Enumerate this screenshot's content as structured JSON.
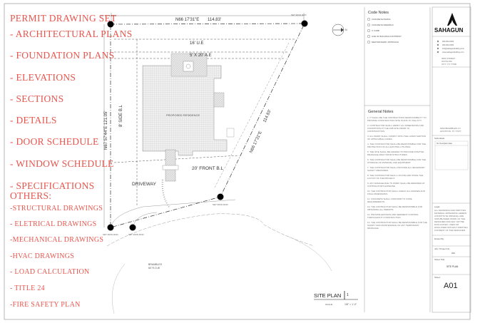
{
  "left_list": {
    "title": "PERMIT DRAWING SET",
    "items": [
      "- ARCHITECTURAL PLANS",
      "- FOUNDATION PLANS",
      "- ELEVATIONS",
      "- SECTIONS",
      "- DETAILS",
      "- DOOR SCHEDULE",
      "- WINDOW  SCHEDULE",
      "- SPECIFICATIONS",
      "OTHERS:"
    ],
    "others": [
      "-STRUCTURAL DRAWINGS",
      "- ELETRICAL DRAWINGS",
      "-MECHANICAL DRAWINGS",
      "-HVAC DRAWINGS",
      "- LOAD CALCULATION",
      "- TITLE 24",
      "-FIRE SAFETY PLAN"
    ]
  },
  "plan": {
    "bearing_top": "N66 17'31\"E",
    "dist_top": "114.83'",
    "bearing_right": "N66 17'31\"E",
    "dist_right": "114.83'",
    "bearing_left": "N67 57'44\"E",
    "dist_left": "121.05'",
    "ue": "16' U.E",
    "ae": "5' X 20' A.E",
    "side_bl": "8' SIDE B.L",
    "front_bl": "20' FRONT B.L",
    "driveway": "DRIVEWAY",
    "residence": "PROPOSED RESIDENCE",
    "monument_label": "SET IRON ROD",
    "road_label": "BRAMBLES",
    "road_sub": "60' R.O.W",
    "site_plan_title": "SITE PLAN",
    "site_plan_num": "1",
    "scale_label": "SCALE:",
    "scale": "1/8\" = 1'-0\""
  },
  "code_notes": {
    "title": "Code Notes",
    "items": [
      "CONCRETE PAVING",
      "CONCRETE SIDEWALK",
      "3' CURB",
      "LINE OF BUILDING FOOTPRINT",
      "NEW DRIVEWAY APPROACH"
    ]
  },
  "general_notes": {
    "title": "General Notes",
    "paragraphs": [
      "1. IT SHALL BE THE CONTRACTOR'S RESPONSIBILITY TO PROVIDE CONSTRUCTION SITE PLANS TO THE CITY.",
      "2. CONTRACTOR SHALL VERIFY ALL DIMENSIONS AND CONDITIONS AT THE JOB SITE PRIOR TO CONSTRUCTION.",
      "3. ALL WORK SHALL COMPLY WITH THE LATEST EDITION OF APPLICABLE CODES.",
      "4. THE CONTRACTOR SHALL BE RESPONSIBLE FOR THE PROTECTION OF ALL EXISTING UTILITIES.",
      "5. THE SITE SHALL BE GRADED TO PROVIDE POSITIVE DRAINAGE AWAY FROM STRUCTURES.",
      "6. THE CONTRACTOR SHALL BE RESPONSIBLE FOR THE STORAGE OF MATERIAL AND EQUIPMENT.",
      "7. THE CONTRACTOR SHALL PROVIDE ALL NECESSARY SAFETY MEASURES.",
      "8. THE CONTRACTOR SHALL LOCATE AND STAKE THE LAYOUT OF THE PROJECT.",
      "9. ANY DAMAGE DUE TO WORK SHALL BE REPAIRED AT CONTRACTOR'S EXPENSE.",
      "10. THE CONTRACTOR SHALL CHECK ALL GRADES AND FINAL DIMENSIONS.",
      "11. CONCRETE SHALL CONFORM TO CODE REQUIREMENTS.",
      "12. THE CONTRACTOR SHALL BE RESPONSIBLE FOR OBTAINING ALL PERMITS.",
      "13. PROVIDE EROSION AND SEDIMENT CONTROL THROUGHOUT CONSTRUCTION.",
      "14. THE CONTRACTOR SHALL BE RESPONSIBLE FOR THE SAFETY AND MAINTENANCE OF ANY TEMPORARY DRAINAGE."
    ]
  },
  "title_block": {
    "brand": "SAHAGUN",
    "phone": "000-000-0000",
    "fax": "000-000-0000",
    "email": "info@sahagundrafting.com",
    "web": "www.sahagundrafting.com",
    "address": "0000 STREET\nSUITE 000\nCITY, TX 77000",
    "project": "0000 BRAMBLES LN\nHOUSTON, TX 77077",
    "submittals": "Submittals",
    "revision_header": "No. Description  Date",
    "legal_title": "Legal",
    "legal_text": "ALL DRAWINGS AND WRITTEN MATERIAL APPEARING HEREIN CONSTITUTE ORIGINAL AND UNPUBLISHED WORK OF THE DESIGNER AND MAY NOT BE DUPLICATED, USED OR DISCLOSED WITHOUT WRITTEN CONSENT OF THE DESIGNER.",
    "drawn_by": "Drawn By:",
    "job_project_no": "Job / Project No.",
    "job_no": "000",
    "sheet_label": "Sheet Title:",
    "sheet_title": "SITE PLAN",
    "sheet_num_label": "Sheet:",
    "sheet_num": "A01"
  },
  "north": "N"
}
